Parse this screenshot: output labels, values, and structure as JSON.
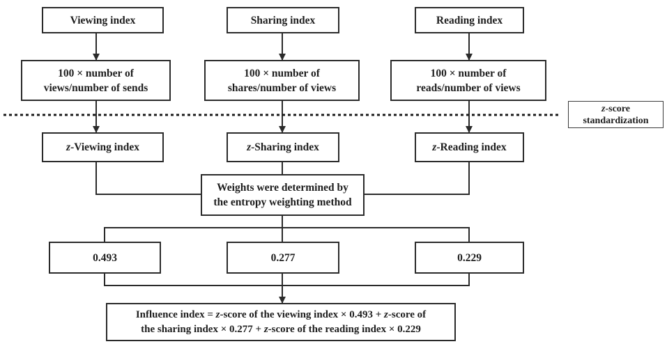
{
  "row1": [
    {
      "label": "Viewing index"
    },
    {
      "label": "Sharing index"
    },
    {
      "label": "Reading index"
    }
  ],
  "row2": [
    {
      "line1": "100 × number of",
      "line2": "views/number of sends"
    },
    {
      "line1": "100 × number of",
      "line2": "shares/number of views"
    },
    {
      "line1": "100 × number of",
      "line2": "reads/number of views"
    }
  ],
  "zscore_note": {
    "italic": "z",
    "line1_rest": "-score",
    "line2": "standardization"
  },
  "row3": [
    {
      "italic": "z",
      "rest": "-Viewing index"
    },
    {
      "italic": "z",
      "rest": "-Sharing index"
    },
    {
      "italic": "z",
      "rest": "-Reading index"
    }
  ],
  "weights_box": {
    "line1": "Weights were determined by",
    "line2": "the entropy weighting method"
  },
  "weights": [
    {
      "value": "0.493"
    },
    {
      "value": "0.277"
    },
    {
      "value": "0.229"
    }
  ],
  "influence": {
    "l1_a": "Influence index = ",
    "l1_z1": "z",
    "l1_b": "-score of the viewing index × 0.493 + ",
    "l1_z2": "z",
    "l1_c": "-score of",
    "l2_a": "the sharing index × 0.277 + ",
    "l2_z": "z",
    "l2_b": "-score of the reading index × 0.229"
  }
}
